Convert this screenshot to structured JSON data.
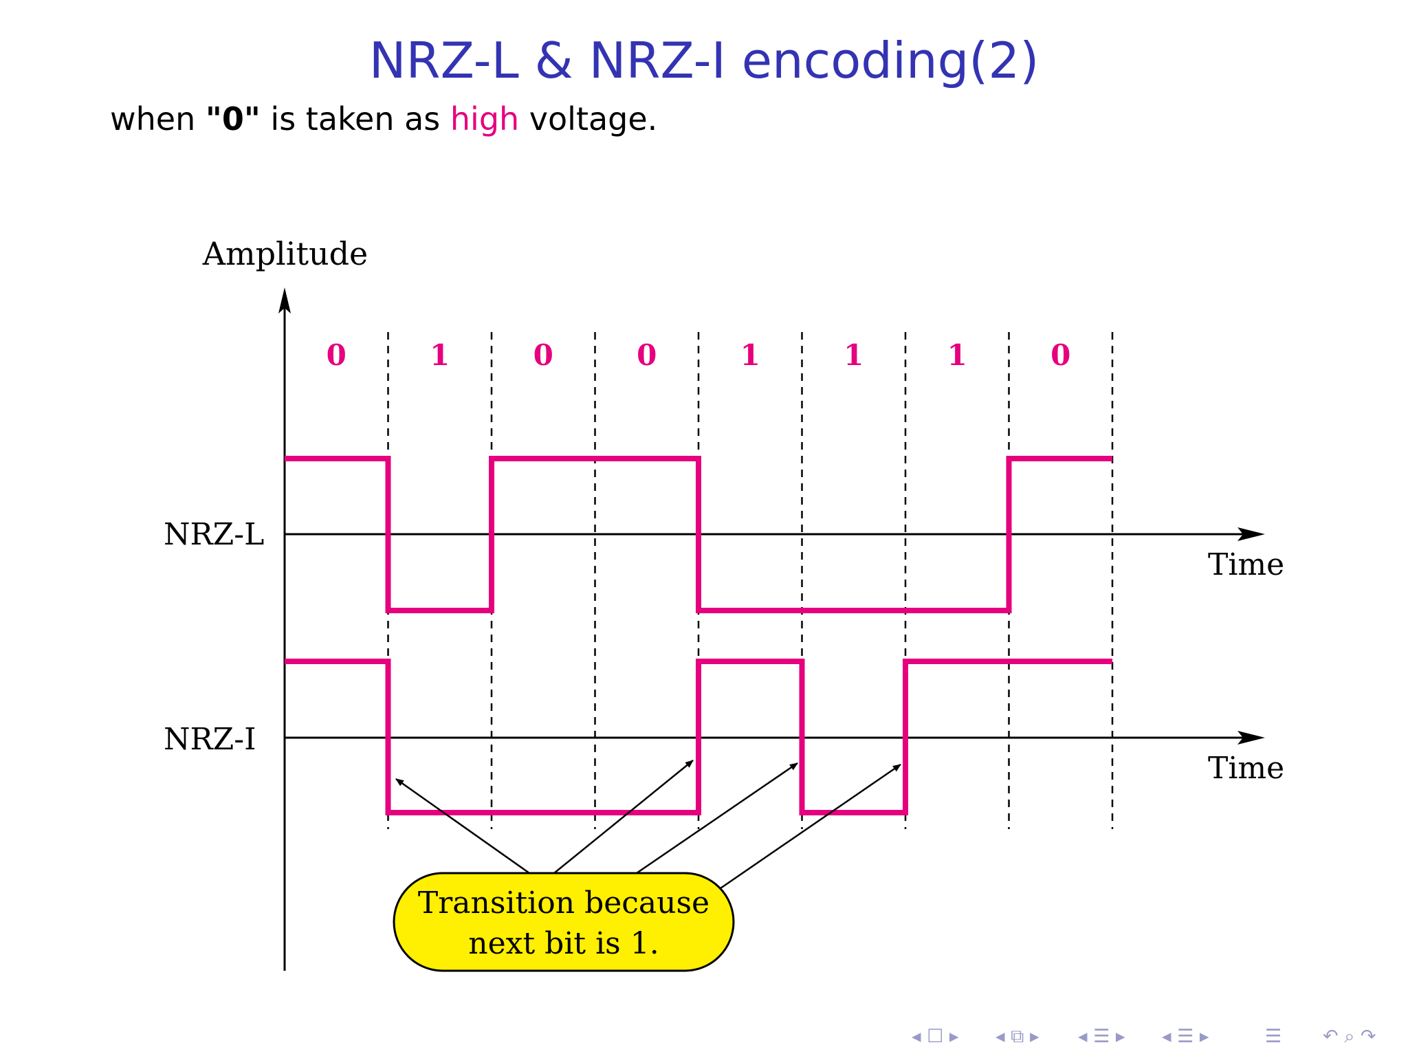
{
  "slide": {
    "title": "NRZ-L & NRZ-I encoding(2)",
    "subtitle": {
      "prefix": "when ",
      "bold": "\"0\"",
      "middle": " is taken as ",
      "highlight": "high",
      "suffix": " voltage."
    }
  },
  "diagram": {
    "y_axis_label": "Amplitude",
    "bits": [
      "0",
      "1",
      "0",
      "0",
      "1",
      "1",
      "1",
      "0"
    ],
    "signals": [
      {
        "label": "NRZ-L",
        "time_label": "Time",
        "levels": [
          1,
          -1,
          1,
          1,
          -1,
          -1,
          -1,
          1
        ]
      },
      {
        "label": "NRZ-I",
        "time_label": "Time",
        "levels": [
          1,
          -1,
          -1,
          -1,
          1,
          -1,
          1,
          1
        ]
      }
    ],
    "callout": {
      "line1": "Transition because",
      "line2": "next bit is 1."
    },
    "colors": {
      "signal": "#e6007e",
      "bits": "#e6007e",
      "callout_fill": "#ffef00",
      "title": "#3333b3",
      "axis": "#000000"
    }
  },
  "navigation": {
    "icons": [
      "nav-frame-icon",
      "nav-section-icon",
      "nav-subsection-icon",
      "nav-slide-icon",
      "nav-align-icon",
      "nav-search-icon"
    ]
  }
}
